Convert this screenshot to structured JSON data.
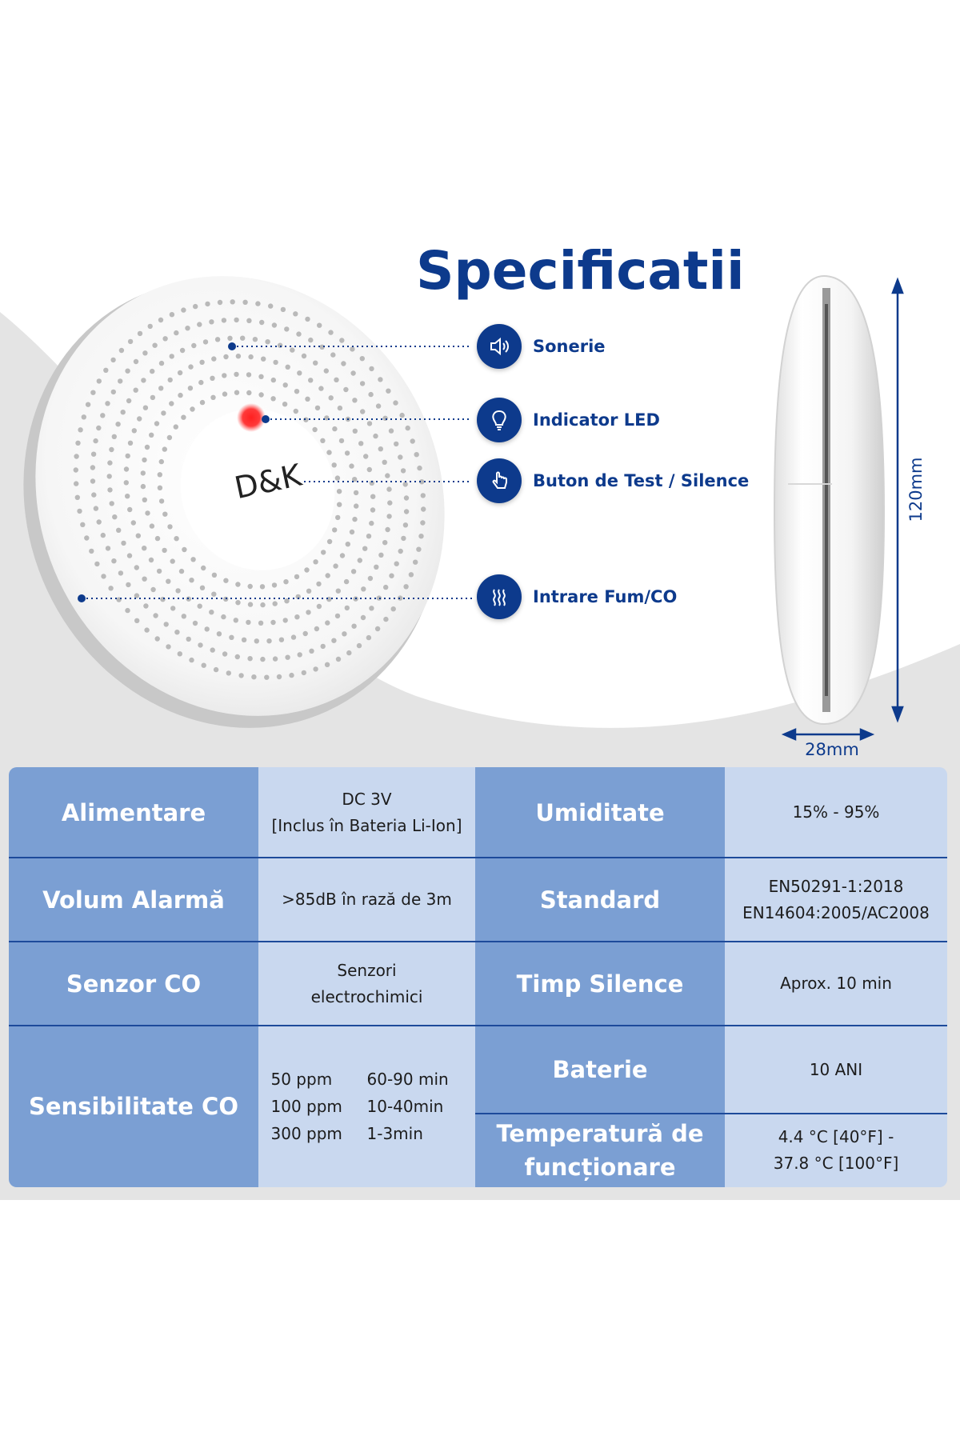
{
  "title": "Specificatii",
  "brand": "D&K",
  "features": [
    {
      "label": "Sonerie",
      "icon": "speaker-icon"
    },
    {
      "label": "Indicator LED",
      "icon": "lightbulb-icon"
    },
    {
      "label": "Buton de Test / Silence",
      "icon": "hand-pointer-icon"
    },
    {
      "label": "Intrare Fum/CO",
      "icon": "smoke-icon"
    }
  ],
  "dimensions": {
    "height": "120mm",
    "depth": "28mm"
  },
  "specs": {
    "alimentare": {
      "key": "Alimentare",
      "line1": "DC 3V",
      "line2": "[Inclus în Bateria Li-Ion]"
    },
    "umiditate": {
      "key": "Umiditate",
      "value": "15% - 95%"
    },
    "volum": {
      "key": "Volum Alarmă",
      "value": ">85dB în rază de 3m"
    },
    "standard": {
      "key": "Standard",
      "line1": "EN50291-1:2018",
      "line2": "EN14604:2005/AC2008"
    },
    "senzor": {
      "key": "Senzor CO",
      "line1": "Senzori",
      "line2": "electrochimici"
    },
    "silence": {
      "key": "Timp Silence",
      "value": "Aprox.  10 min"
    },
    "sensibilitate": {
      "key": "Sensibilitate CO",
      "rows": [
        {
          "ppm": "50 ppm",
          "time": "60-90 min"
        },
        {
          "ppm": "100 ppm",
          "time": "10-40min"
        },
        {
          "ppm": "300 ppm",
          "time": "1-3min"
        }
      ]
    },
    "baterie": {
      "key": "Baterie",
      "value": "10 ANI"
    },
    "temperatura": {
      "key1": "Temperatură",
      "key2": "de funcționare",
      "line1": "4.4 °C [40°F] -",
      "line2": "37.8 °C [100°F]"
    }
  },
  "colors": {
    "brand_blue": "#0d3a8c",
    "key_cell": "#7b9fd3",
    "value_cell": "#c9d8ef",
    "led_red": "#ff2020"
  }
}
